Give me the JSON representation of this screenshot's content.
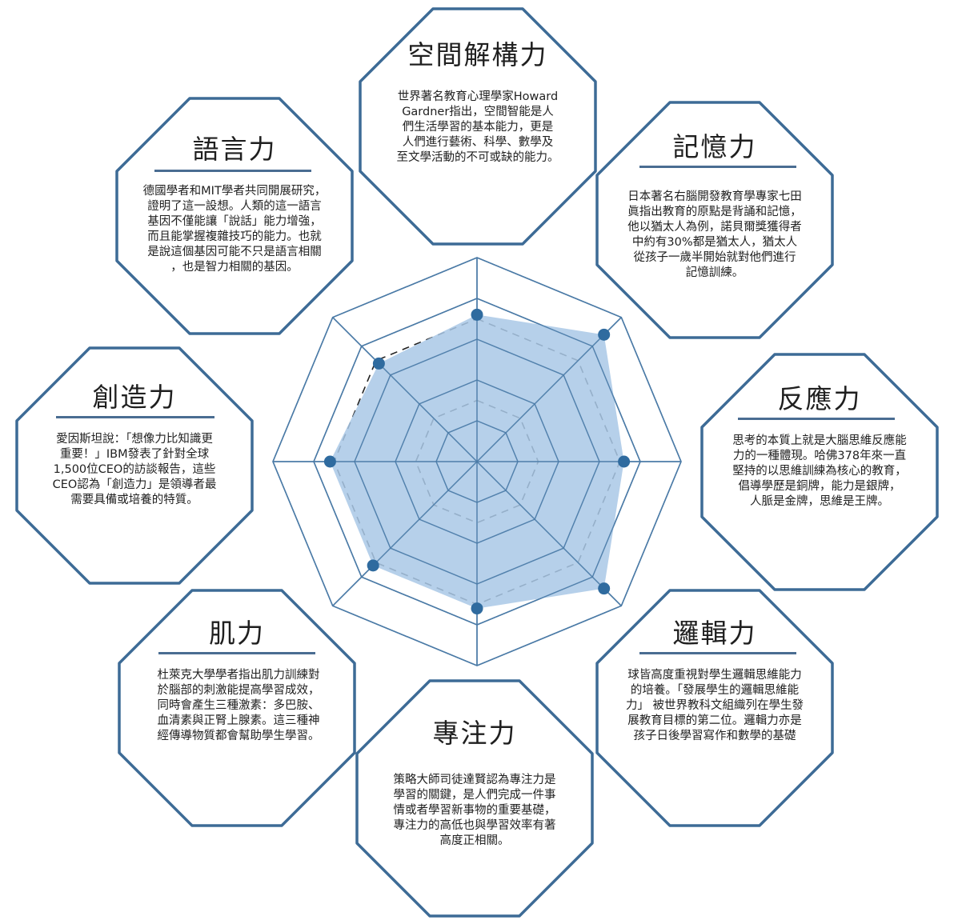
{
  "colors": {
    "octagon_border": "#3d6b96",
    "web_lines": "#4a7aa6",
    "fill": "#a9c8e6",
    "dots": "#2f6b9f",
    "dashed": "#222222",
    "title_rule": "#4a6d92"
  },
  "chart_data": {
    "type": "radar",
    "axes": [
      "空間解構力",
      "記憶力",
      "反應力",
      "邏輯力",
      "專注力",
      "肌力",
      "創造力",
      "語言力"
    ],
    "levels": 5,
    "values": [
      3.6,
      4.4,
      3.6,
      4.4,
      3.6,
      3.6,
      3.6,
      3.4
    ],
    "dashed_levels": [
      1.5,
      3.5
    ]
  },
  "cards": {
    "spatial": {
      "title": "空間解構力",
      "body": "世界著名教育心理學家Howard\nGardner指出，空間智能是人\n們生活學習的基本能力，更是\n人們進行藝術、科學、數學及\n至文學活動的不可或缺的能力。"
    },
    "memory": {
      "title": "記憶力",
      "body": "日本著名右腦開發教育學專家七田\n眞指出教育的原點是背誦和記憶，\n他以猶太人為例，諾貝爾獎獲得者\n中約有30%都是猶太人，猶太人\n從孩子一歲半開始就對他們進行\n記憶訓練。"
    },
    "reaction": {
      "title": "反應力",
      "body": "思考的本質上就是大腦思維反應能\n力的一種體現。哈佛378年來一直\n堅持的以思維訓練為核心的教育，\n倡導學歷是銅牌，能力是銀牌，\n人脈是金牌，思維是王牌。"
    },
    "logic": {
      "title": "邏輯力",
      "body": "球皆高度重視對學生邏輯思維能力\n的培養。「發展學生的邏輯思維能\n力」 被世界教科文組織列在學生發\n展教育目標的第二位。邏輯力亦是\n孩子日後學習寫作和數學的基礎"
    },
    "focus": {
      "title": "專注力",
      "body": "策略大師司徒達賢認為專注力是\n學習的關鍵，是人們完成一件事\n情或者學習新事物的重要基礎，\n專注力的高低也與學習效率有著\n高度正相關。"
    },
    "muscle": {
      "title": "肌力",
      "body": "杜萊克大學學者指出肌力訓練對\n於腦部的刺激能提高學習成效，\n同時會產生三種激素：多巴胺、\n血清素與正腎上腺素。這三種神\n經傳導物質都會幫助學生學習。"
    },
    "creativity": {
      "title": "創造力",
      "body": "愛因斯坦說：「想像力比知識更\n重要！」IBM發表了針對全球\n1,500位CEO的訪談報告，這些\nCEO認為「創造力」是領導者最\n需要具備或培養的特質。"
    },
    "language": {
      "title": "語言力",
      "body": "德國學者和MIT學者共同開展研究，\n證明了這一設想。人類的這一語言\n基因不僅能讓「說話」能力增強，\n而且能掌握複雜技巧的能力。也就\n是說這個基因可能不只是語言相關\n，也是智力相關的基因。"
    }
  }
}
